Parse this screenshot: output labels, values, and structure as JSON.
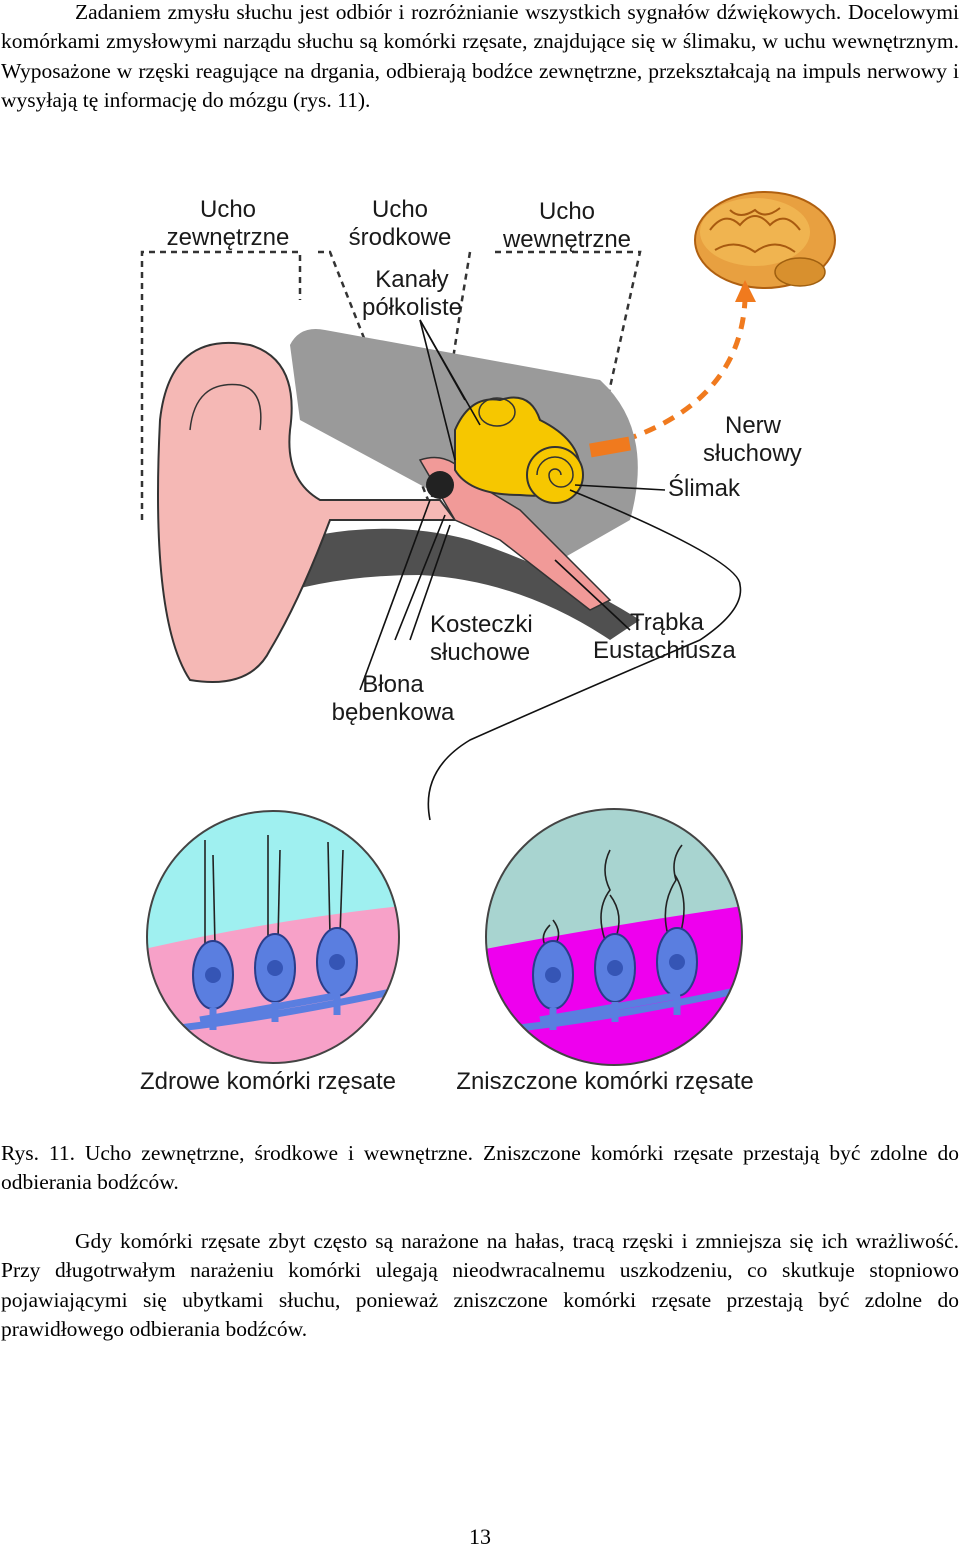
{
  "text": {
    "paragraph_1": "Zadaniem zmysłu słuchu jest odbiór i rozróżnianie wszystkich sygnałów dźwiękowych. Docelowymi komórkami zmysłowymi narządu słuchu są komórki rzęsate, znajdujące się w ślimaku, w uchu wewnętrznym. Wyposażone w rzęski reagujące na drgania, odbierają bodźce zewnętrzne, przekształcają na impuls nerwowy i wysyłają tę informację do mózgu (rys. 11).",
    "caption": "Rys. 11. Ucho zewnętrzne, środkowe i wewnętrzne. Zniszczone komórki rzęsate przestają być zdolne do odbierania bodźców.",
    "paragraph_2": "Gdy komórki rzęsate zbyt często są narażone na hałas, tracą rzęski i zmniejsza się ich wrażliwość. Przy długotrwałym narażeniu komórki ulegają nieodwracalnemu uszkodzeniu, co skutkuje stopniowo pojawiającymi się ubytkami słuchu, ponieważ zniszczone komórki rzęsate przestają być zdolne do prawidłowego odbierania bodźców.",
    "page_number": "13"
  },
  "figure": {
    "outer_ear_1": "Ucho",
    "outer_ear_2": "zewnętrzne",
    "middle_ear_1": "Ucho",
    "middle_ear_2": "środkowe",
    "inner_ear_1": "Ucho",
    "inner_ear_2": "wewnętrzne",
    "canals_1": "Kanały",
    "canals_2": "półkoliste",
    "nerve_1": "Nerw",
    "nerve_2": "słuchowy",
    "cochlea": "Ślimak",
    "ossicles_1": "Kosteczki",
    "ossicles_2": "słuchowe",
    "eardrum_1": "Błona",
    "eardrum_2": "bębenkowa",
    "tube_1": "Trąbka",
    "tube_2": "Eustachiusza",
    "healthy": "Zdrowe komórki rzęsate",
    "damaged": "Zniszczone komórki rzęsate"
  },
  "colors": {
    "ear_skin": "#f5b8b5",
    "bone_grey": "#9a9a9a",
    "inner_ear_yellow": "#f6c700",
    "nerve_orange": "#f07a1e",
    "fluid_cyan": "#9ff0f0",
    "tissue_pink": "#f7a1c8",
    "damaged_fluid": "#a8d4d0",
    "damaged_tissue": "#ee00ee",
    "cell_blue": "#5a7ee0"
  }
}
